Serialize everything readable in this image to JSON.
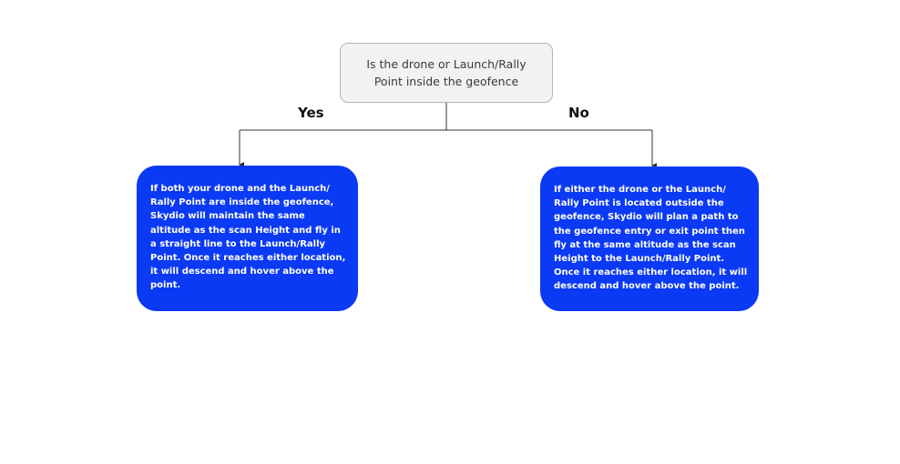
{
  "question": {
    "text": "Is the drone or Launch/Rally Point inside the geofence"
  },
  "branches": {
    "yes": {
      "label": "Yes",
      "text": "If both your drone and the Launch/ Rally Point are inside the geofence, Skydio will maintain the same altitude as the scan Height and fly in a straight line to the Launch/Rally Point. Once it reaches either location, it will descend and hover above the point."
    },
    "no": {
      "label": "No",
      "text": "If either the drone or the Launch/ Rally Point is located outside the geofence, Skydio will plan a path to the geofence entry or exit point then fly at the same altitude as the scan Height to the Launch/Rally Point. Once it reaches either location, it will descend and hover above the point."
    }
  },
  "colors": {
    "answer_fill": "#0b3af5",
    "question_fill": "#f2f2f2",
    "connector": "#333333"
  }
}
